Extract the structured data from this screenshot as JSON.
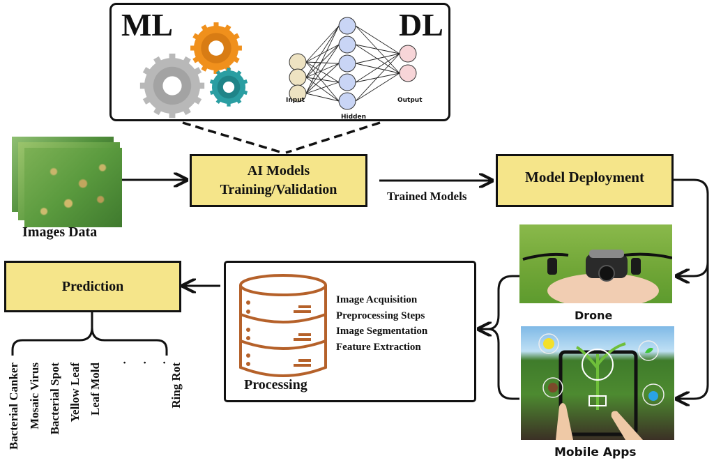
{
  "top_panel": {
    "ml_label": "ML",
    "dl_label": "DL",
    "nn_labels": {
      "input": "Input",
      "hidden": "Hidden",
      "output": "Output"
    },
    "gear_colors": {
      "large": "#b8b8b8",
      "medium": "#f0901c",
      "small": "#2a9ea2"
    },
    "node_colors": {
      "input": "#eee3c2",
      "hidden": "#c9d5f5",
      "output": "#f7d5d8"
    }
  },
  "images_data": {
    "label": "Images Data"
  },
  "ai_models": {
    "line1": "AI Models",
    "line2": "Training/Validation"
  },
  "edge_label_trained": "Trained Models",
  "model_deployment": {
    "label": "Model Deployment"
  },
  "drone": {
    "label": "Drone"
  },
  "mobile_apps": {
    "label": "Mobile Apps"
  },
  "processing": {
    "title": "Processing",
    "steps": [
      "Image Acquisition",
      "Preprocessing Steps",
      "Image Segmentation",
      "Feature Extraction"
    ],
    "icon_color": "#b5612a"
  },
  "prediction": {
    "label": "Prediction",
    "classes": [
      "Bacterial Canker",
      "Mosaic Virus",
      "Bacterial Spot",
      "Yellow Leaf",
      "Leaf Mold",
      ".",
      ".",
      ".",
      "Ring Rot"
    ]
  },
  "colors": {
    "box_fill": "#f5e58a",
    "stroke": "#111111"
  }
}
